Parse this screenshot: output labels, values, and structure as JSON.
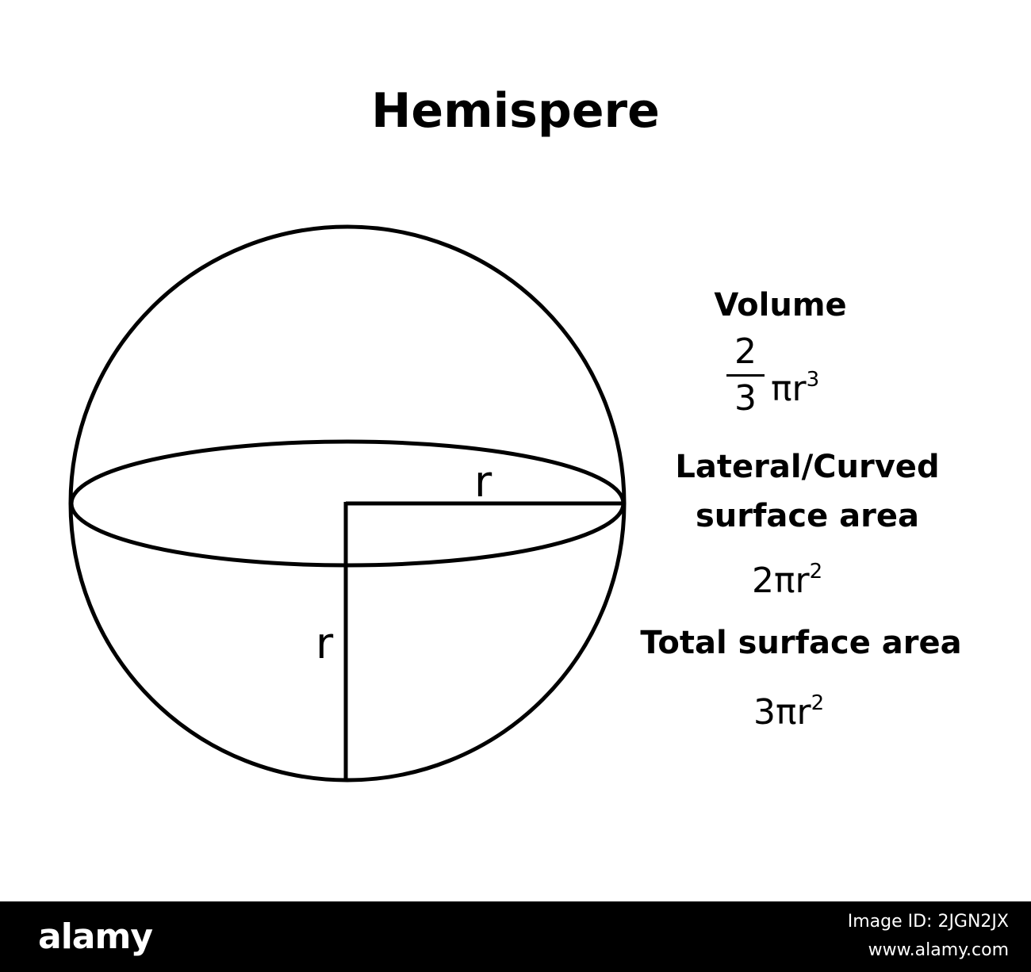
{
  "title": "Hemispere",
  "diagram": {
    "radius_label_horizontal": "r",
    "radius_label_vertical": "r"
  },
  "formulas": {
    "volume": {
      "heading": "Volume",
      "numerator": "2",
      "denominator": "3",
      "base": "πr",
      "exponent": "3"
    },
    "lateral": {
      "heading_line1": "Lateral/Curved",
      "heading_line2": "surface area",
      "coefficient_base": "2πr",
      "exponent": "2"
    },
    "total": {
      "heading": "Total surface area",
      "coefficient_base": "3πr",
      "exponent": "2"
    }
  },
  "watermark": {
    "brand": "alamy",
    "image_id": "Image ID: 2JGN2JX",
    "site": "www.alamy.com"
  }
}
